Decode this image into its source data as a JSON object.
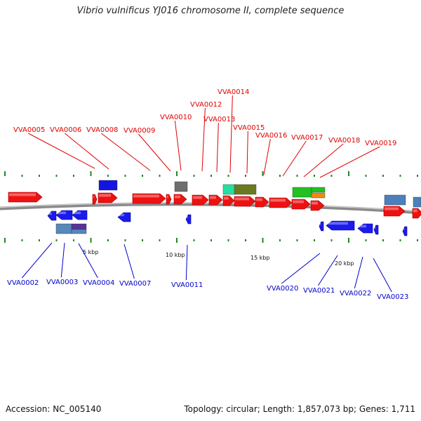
{
  "title": "Vibrio vulnificus YJ016 chromosome II, complete sequence",
  "footer": {
    "accession": "Accession: NC_005140",
    "info": "Topology: circular; Length: 1,857,073 bp; Genes: 1,711"
  },
  "colors": {
    "forward_label": "#e00000",
    "reverse_label": "#0000cc",
    "backbone": "#888888",
    "tick": "#228822"
  },
  "scale_labels": [
    "5 kbp",
    "10 kbp",
    "15 kbp",
    "20 kbp"
  ],
  "forward_labels": [
    "VVA0005",
    "VVA0006",
    "VVA0008",
    "VVA0009",
    "VVA0010",
    "VVA0012",
    "VVA0013",
    "VVA0014",
    "VVA0015",
    "VVA0016",
    "VVA0017",
    "VVA0018",
    "VVA0019"
  ],
  "reverse_labels": [
    "VVA0002",
    "VVA0003",
    "VVA0004",
    "VVA0007",
    "VVA0011",
    "VVA0020",
    "VVA0021",
    "VVA0022",
    "VVA0023"
  ]
}
